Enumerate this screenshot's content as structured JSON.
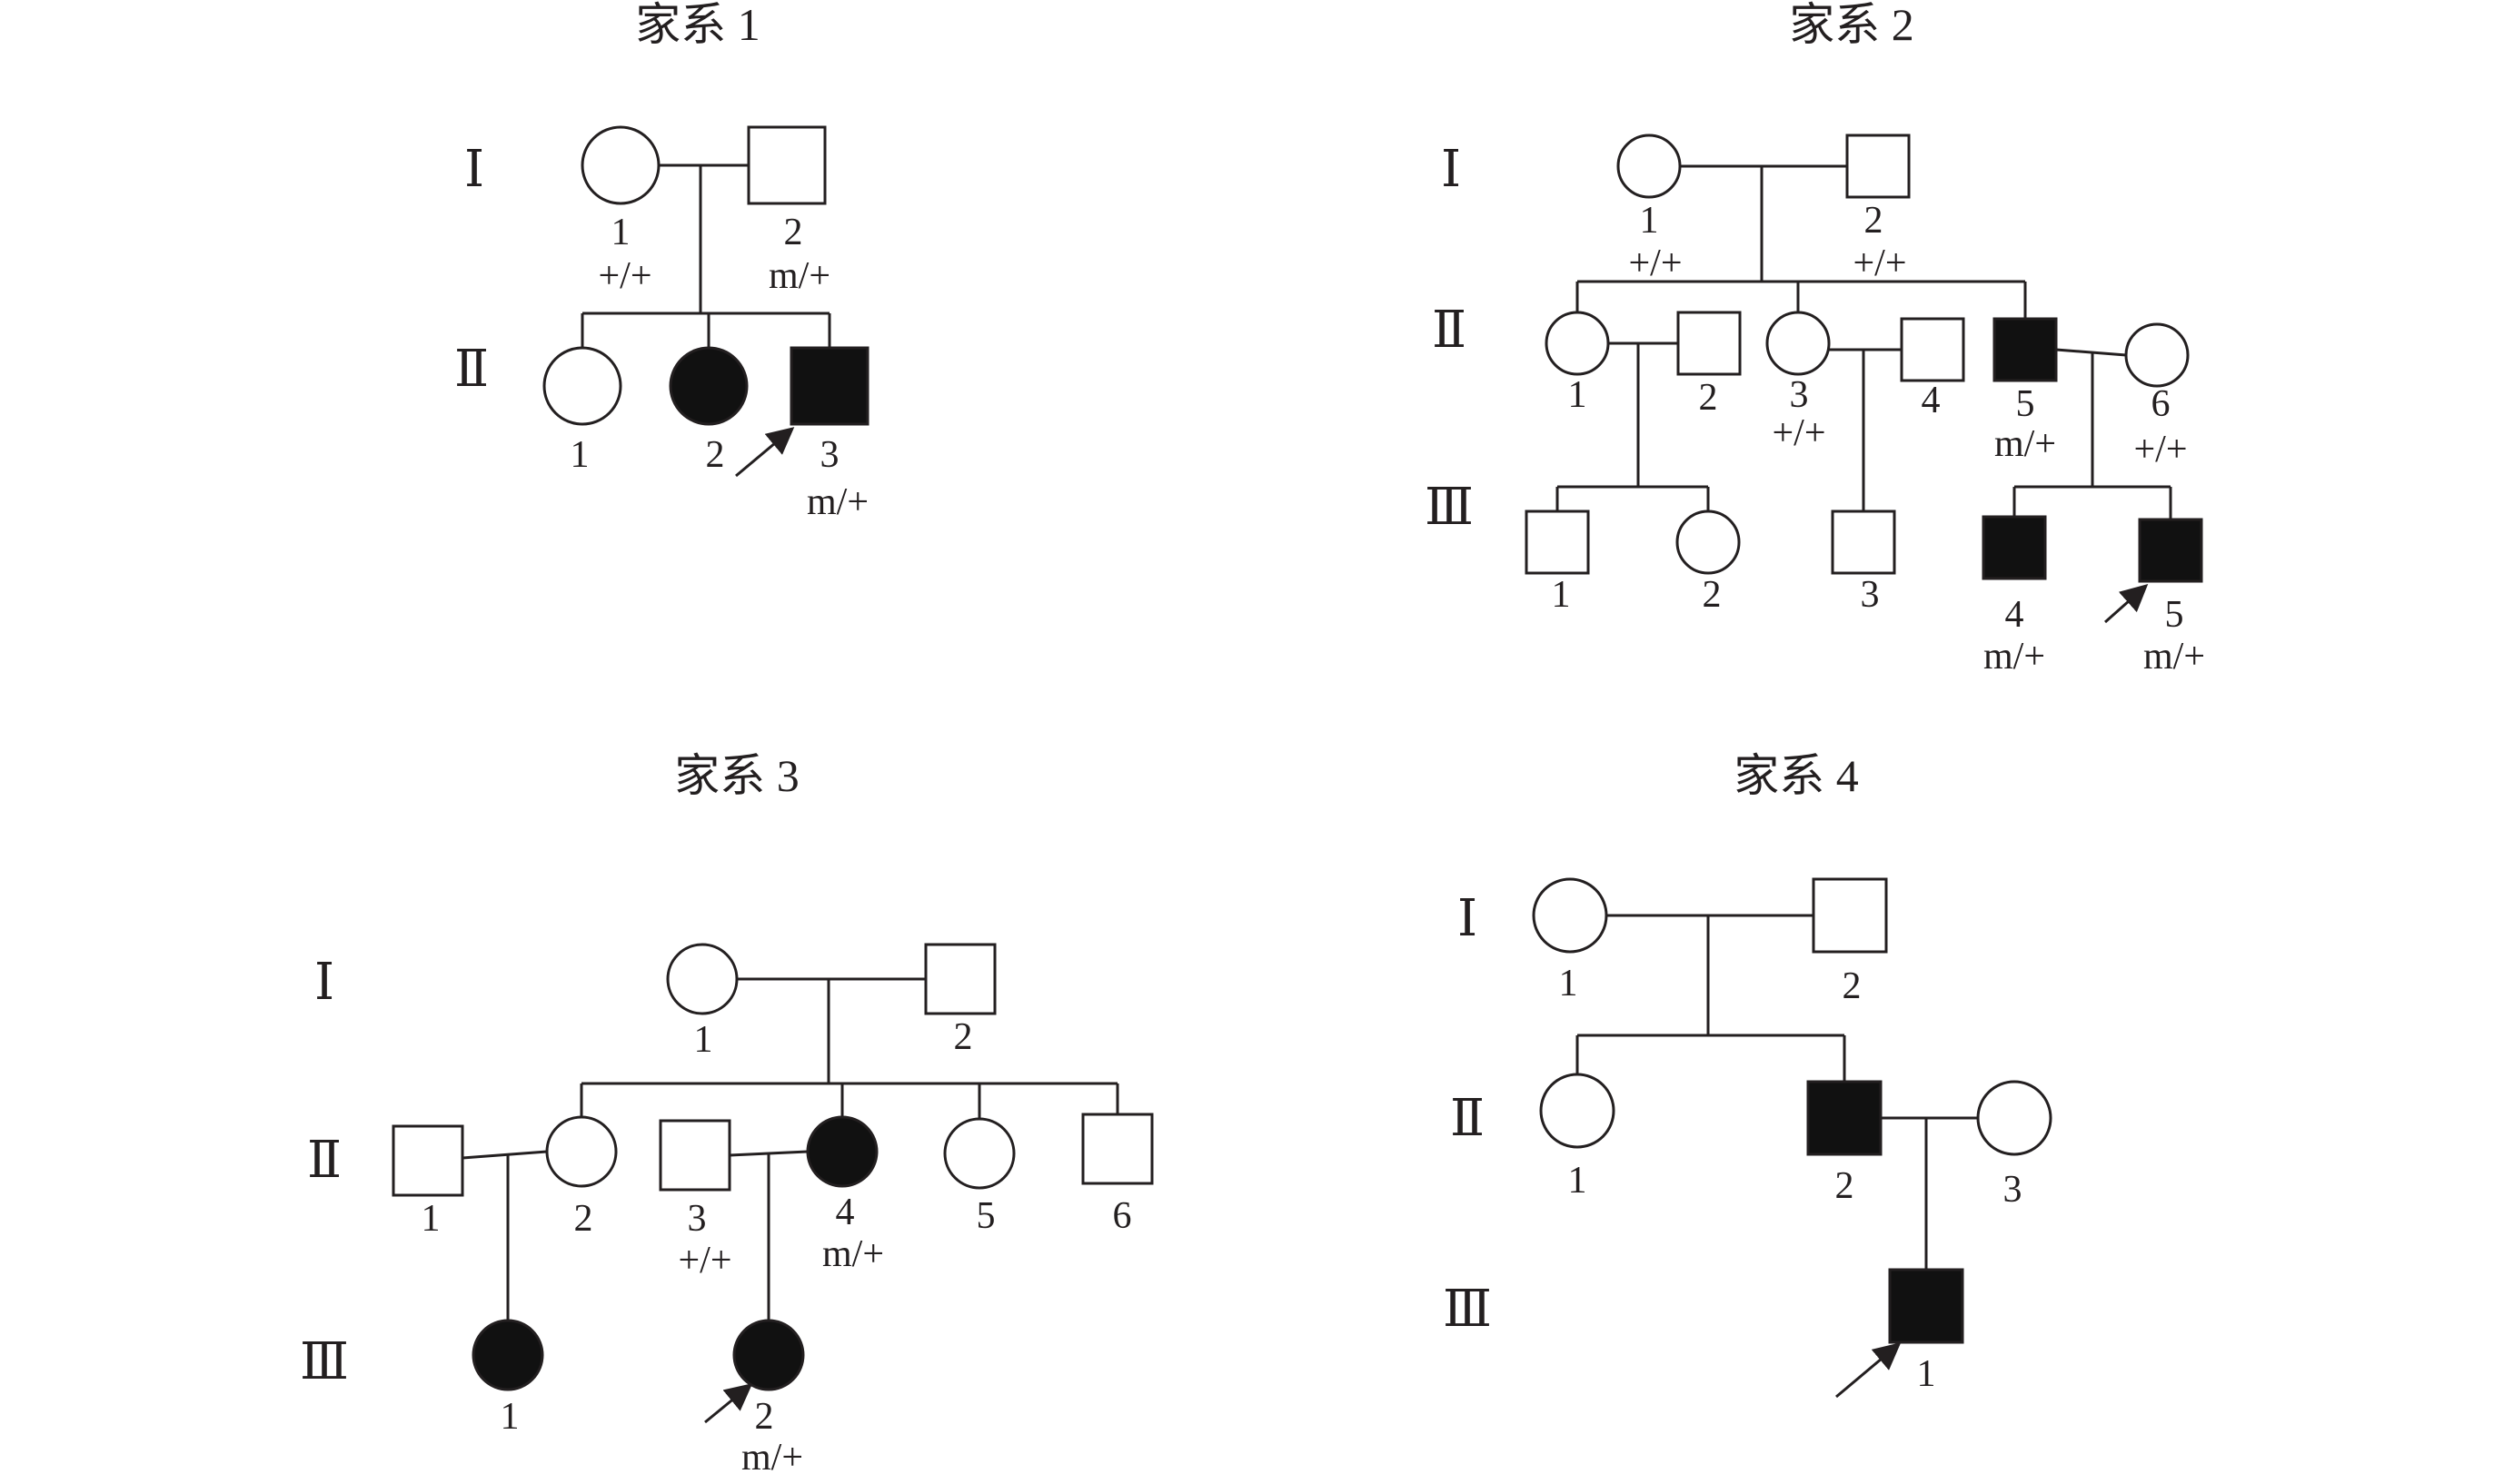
{
  "colors": {
    "line": "#231f20",
    "affected": "#111111",
    "background": "#ffffff"
  },
  "families": [
    {
      "title": "家系 1",
      "generations": [
        "Ⅰ",
        "Ⅱ"
      ],
      "individuals": [
        {
          "id": "f1-I-1",
          "shape": "circle",
          "affected": false,
          "number": "1",
          "genotype": "+/+"
        },
        {
          "id": "f1-I-2",
          "shape": "square",
          "affected": false,
          "number": "2",
          "genotype": "m/+"
        },
        {
          "id": "f1-II-1",
          "shape": "circle",
          "affected": false,
          "number": "1",
          "genotype": ""
        },
        {
          "id": "f1-II-2",
          "shape": "circle",
          "affected": true,
          "number": "2",
          "genotype": ""
        },
        {
          "id": "f1-II-3",
          "shape": "square",
          "affected": true,
          "number": "3",
          "genotype": "m/+",
          "proband": true
        }
      ]
    },
    {
      "title": "家系 2",
      "generations": [
        "Ⅰ",
        "Ⅱ",
        "Ⅲ"
      ],
      "individuals": [
        {
          "id": "f2-I-1",
          "shape": "circle",
          "affected": false,
          "number": "1",
          "genotype": "+/+"
        },
        {
          "id": "f2-I-2",
          "shape": "square",
          "affected": false,
          "number": "2",
          "genotype": "+/+"
        },
        {
          "id": "f2-II-1",
          "shape": "circle",
          "affected": false,
          "number": "1",
          "genotype": ""
        },
        {
          "id": "f2-II-2",
          "shape": "square",
          "affected": false,
          "number": "2",
          "genotype": ""
        },
        {
          "id": "f2-II-3",
          "shape": "circle",
          "affected": false,
          "number": "3",
          "genotype": "+/+"
        },
        {
          "id": "f2-II-4",
          "shape": "square",
          "affected": false,
          "number": "4",
          "genotype": ""
        },
        {
          "id": "f2-II-5",
          "shape": "square",
          "affected": true,
          "number": "5",
          "genotype": "m/+"
        },
        {
          "id": "f2-II-6",
          "shape": "circle",
          "affected": false,
          "number": "6",
          "genotype": "+/+"
        },
        {
          "id": "f2-III-1",
          "shape": "square",
          "affected": false,
          "number": "1",
          "genotype": ""
        },
        {
          "id": "f2-III-2",
          "shape": "circle",
          "affected": false,
          "number": "2",
          "genotype": ""
        },
        {
          "id": "f2-III-3",
          "shape": "square",
          "affected": false,
          "number": "3",
          "genotype": ""
        },
        {
          "id": "f2-III-4",
          "shape": "square",
          "affected": true,
          "number": "4",
          "genotype": "m/+"
        },
        {
          "id": "f2-III-5",
          "shape": "square",
          "affected": true,
          "number": "5",
          "genotype": "m/+",
          "proband": true
        }
      ]
    },
    {
      "title": "家系 3",
      "generations": [
        "Ⅰ",
        "Ⅱ",
        "Ⅲ"
      ],
      "individuals": [
        {
          "id": "f3-I-1",
          "shape": "circle",
          "affected": false,
          "number": "1",
          "genotype": ""
        },
        {
          "id": "f3-I-2",
          "shape": "square",
          "affected": false,
          "number": "2",
          "genotype": ""
        },
        {
          "id": "f3-II-1",
          "shape": "square",
          "affected": false,
          "number": "1",
          "genotype": ""
        },
        {
          "id": "f3-II-2",
          "shape": "circle",
          "affected": false,
          "number": "2",
          "genotype": ""
        },
        {
          "id": "f3-II-3",
          "shape": "square",
          "affected": false,
          "number": "3",
          "genotype": "+/+"
        },
        {
          "id": "f3-II-4",
          "shape": "circle",
          "affected": true,
          "number": "4",
          "genotype": "m/+"
        },
        {
          "id": "f3-II-5",
          "shape": "circle",
          "affected": false,
          "number": "5",
          "genotype": ""
        },
        {
          "id": "f3-II-6",
          "shape": "square",
          "affected": false,
          "number": "6",
          "genotype": ""
        },
        {
          "id": "f3-III-1",
          "shape": "circle",
          "affected": true,
          "number": "1",
          "genotype": ""
        },
        {
          "id": "f3-III-2",
          "shape": "circle",
          "affected": true,
          "number": "2",
          "genotype": "m/+",
          "proband": true
        }
      ]
    },
    {
      "title": "家系 4",
      "generations": [
        "Ⅰ",
        "Ⅱ",
        "Ⅲ"
      ],
      "individuals": [
        {
          "id": "f4-I-1",
          "shape": "circle",
          "affected": false,
          "number": "1",
          "genotype": ""
        },
        {
          "id": "f4-I-2",
          "shape": "square",
          "affected": false,
          "number": "2",
          "genotype": ""
        },
        {
          "id": "f4-II-1",
          "shape": "circle",
          "affected": false,
          "number": "1",
          "genotype": ""
        },
        {
          "id": "f4-II-2",
          "shape": "square",
          "affected": true,
          "number": "2",
          "genotype": ""
        },
        {
          "id": "f4-II-3",
          "shape": "circle",
          "affected": false,
          "number": "3",
          "genotype": ""
        },
        {
          "id": "f4-III-1",
          "shape": "square",
          "affected": true,
          "number": "1",
          "genotype": "",
          "proband": true
        }
      ]
    }
  ]
}
